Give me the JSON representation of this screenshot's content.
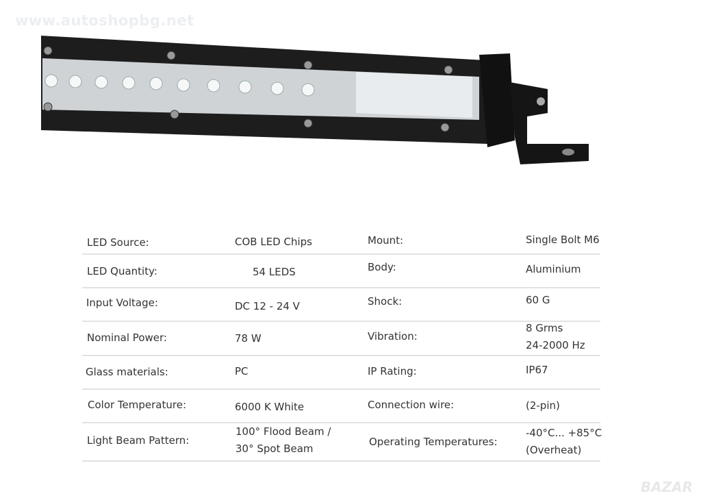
{
  "watermark": "www.autoshopbg.net",
  "logo": "BAZAR",
  "specs": [
    {
      "label1": "LED Source:",
      "value1": "COB LED Chips",
      "label2": "Mount:",
      "value2": "Single Bolt M6"
    },
    {
      "label1": "LED Quantity:",
      "value1": "54 LEDS",
      "label2": "Body:",
      "value2": "Aluminium"
    },
    {
      "label1": "Input Voltage:",
      "value1": "DC 12 - 24 V",
      "label2": "Shock:",
      "value2": "60 G"
    },
    {
      "label1": "Nominal Power:",
      "value1": "78 W",
      "label2": "Vibration:",
      "value2": "8 Grms",
      "value2b": "24-2000 Hz"
    },
    {
      "label1": "Glass materials:",
      "value1": "PC",
      "label2": "IP Rating:",
      "value2": "IP67"
    },
    {
      "label1": "Color Temperature:",
      "value1": "6000 K White",
      "label2": "Connection wire:",
      "value2": "(2-pin)"
    },
    {
      "label1": "Light Beam Pattern:",
      "value1": "100° Flood Beam /",
      "value1b": "30° Spot Beam",
      "label2": "Operating Temperatures:",
      "value2": "-40°C... +85°C",
      "value2b": "(Overheat)"
    }
  ]
}
